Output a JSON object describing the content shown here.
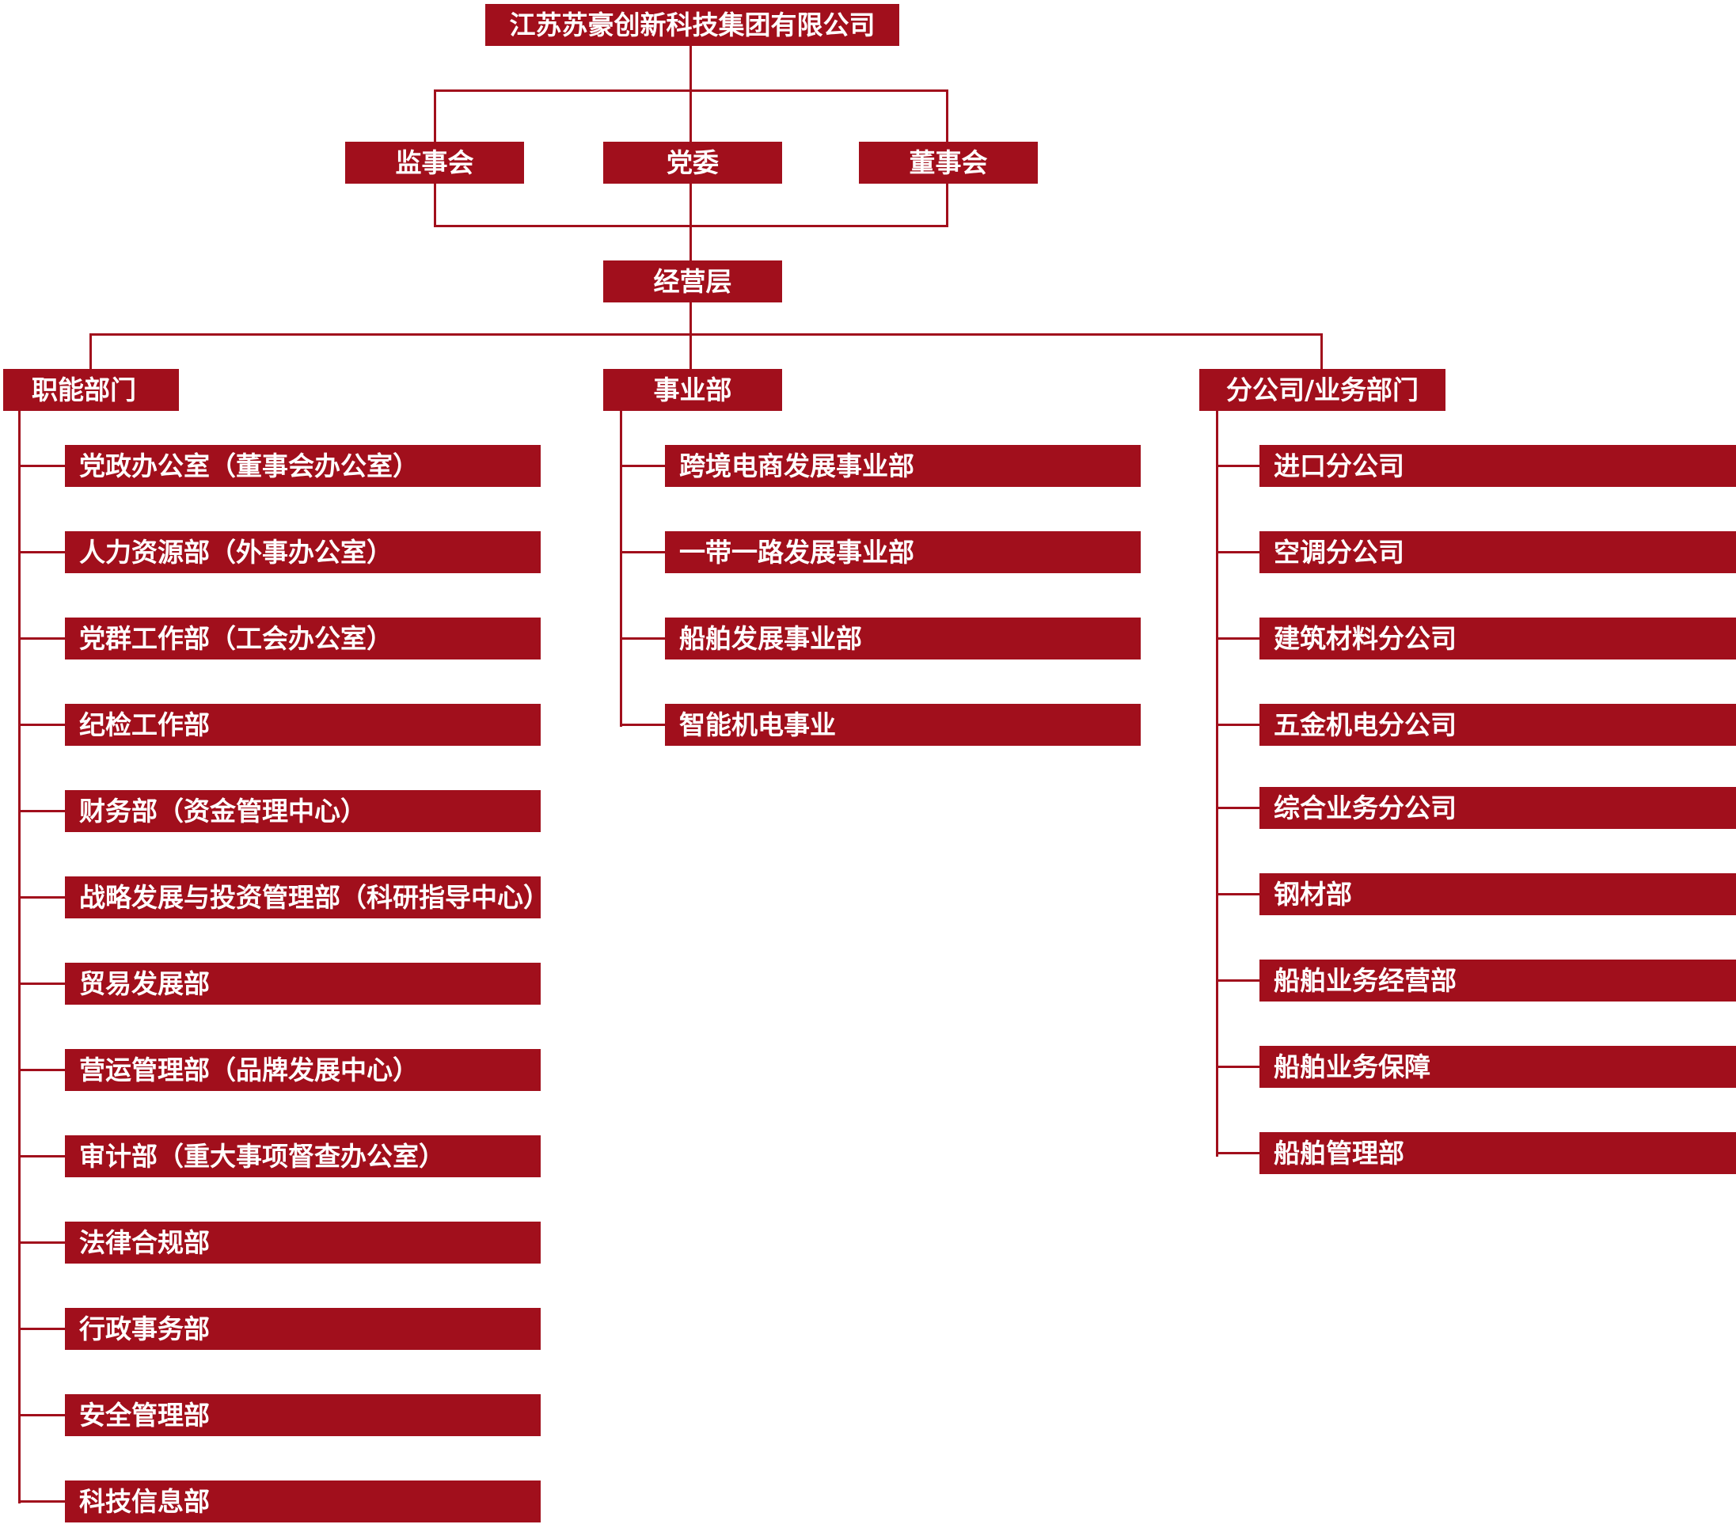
{
  "colors": {
    "accent": "#a10f1c",
    "text": "#ffffff",
    "background": "#ffffff"
  },
  "company": "江苏苏豪创新科技集团有限公司",
  "governance": {
    "supervisory": "监事会",
    "party": "党委",
    "board": "董事会"
  },
  "management": "经营层",
  "columns": {
    "functional": {
      "title": "职能部门",
      "items": [
        "党政办公室（董事会办公室）",
        "人力资源部（外事办公室）",
        "党群工作部（工会办公室）",
        "纪检工作部",
        "财务部（资金管理中心）",
        "战略发展与投资管理部（科研指导中心）",
        "贸易发展部",
        "营运管理部（品牌发展中心）",
        "审计部（重大事项督查办公室）",
        "法律合规部",
        "行政事务部",
        "安全管理部",
        "科技信息部"
      ]
    },
    "business": {
      "title": "事业部",
      "items": [
        "跨境电商发展事业部",
        "一带一路发展事业部",
        "船舶发展事业部",
        "智能机电事业"
      ]
    },
    "branches": {
      "title": "分公司/业务部门",
      "items": [
        "进口分公司",
        "空调分公司",
        "建筑材料分公司",
        "五金机电分公司",
        "综合业务分公司",
        "钢材部",
        "船舶业务经营部",
        "船舶业务保障",
        "船舶管理部"
      ]
    }
  }
}
